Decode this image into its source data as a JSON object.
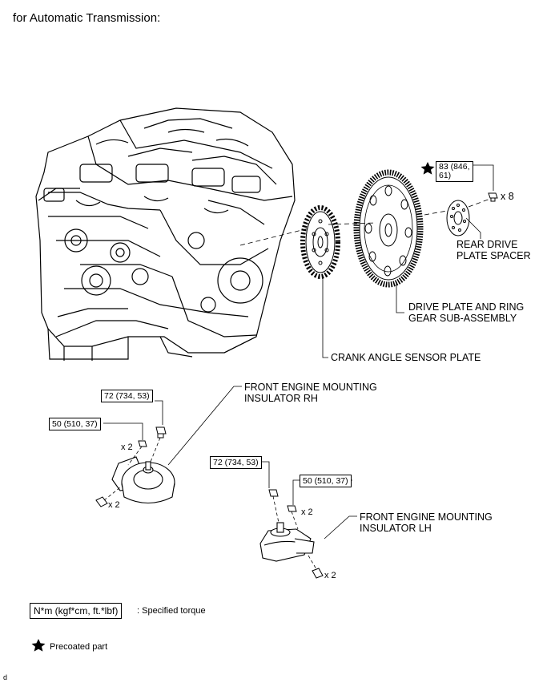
{
  "title": "for Automatic Transmission:",
  "parts": {
    "rear_drive_plate_spacer": [
      "REAR DRIVE",
      "PLATE SPACER"
    ],
    "drive_plate": [
      "DRIVE PLATE AND RING",
      "GEAR SUB-ASSEMBLY"
    ],
    "crank_angle_sensor_plate": "CRANK ANGLE SENSOR PLATE",
    "front_mount_rh": [
      "FRONT ENGINE MOUNTING",
      "INSULATOR RH"
    ],
    "front_mount_lh": [
      "FRONT ENGINE MOUNTING",
      "INSULATOR LH"
    ]
  },
  "torques": {
    "drive_plate_bolt": [
      "83 (846,",
      "61)"
    ],
    "rh_upper": "72 (734, 53)",
    "rh_lower": "50 (510, 37)",
    "lh_upper": "72 (734, 53)",
    "lh_lower": "50 (510, 37)"
  },
  "quantities": {
    "drive_plate_bolts": "x 8",
    "rh_nut": "x 2",
    "rh_bolt": "x 2",
    "lh_nut": "x 2",
    "lh_bolt": "x 2"
  },
  "legend": {
    "torque_format": "N*m (kgf*cm, ft.*lbf)",
    "torque_desc": ": Specified torque",
    "precoated_desc": "Precoated part"
  },
  "footer_mark": "d"
}
